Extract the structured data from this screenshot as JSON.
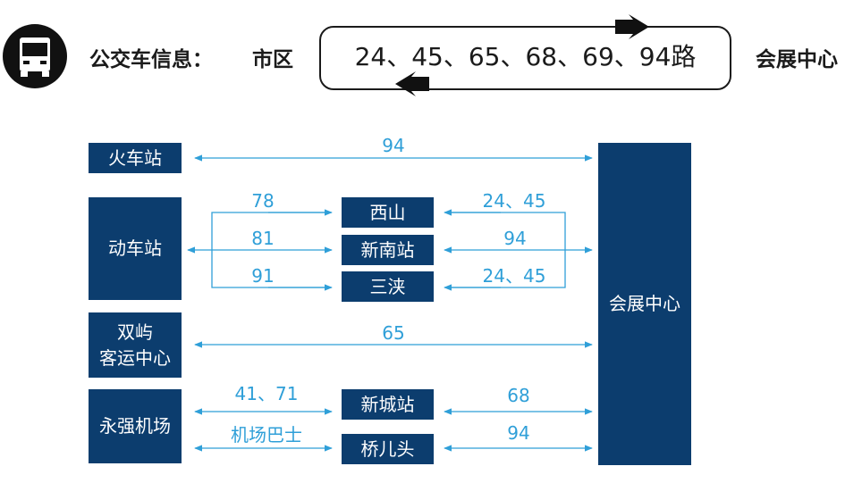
{
  "header": {
    "bus_icon": "bus-icon",
    "title": "公交车信息：",
    "from": "市区",
    "routes": "24、45、65、68、69、94路",
    "to": "会展中心"
  },
  "diagram": {
    "colors": {
      "box": "#0c3d6e",
      "line": "#2f9fd8",
      "text": "#ffffff"
    },
    "hub": "会展中心",
    "stations": {
      "train": "火车站",
      "bullet_train": "动车站",
      "shuangyu_line1": "双屿",
      "shuangyu_line2": "客运中心",
      "airport": "永强机场"
    },
    "transfers": {
      "xishan": "西山",
      "xinnan": "新南站",
      "sanjia": "三浃",
      "xincheng": "新城站",
      "qiaoertou": "桥儿头"
    },
    "routes": {
      "train_hub": "94",
      "bullet_xishan": "78",
      "bullet_xinnan": "81",
      "bullet_sanjia": "91",
      "xishan_hub": "24、45",
      "xinnan_hub": "94",
      "sanjia_hub": "24、45",
      "shuangyu_hub": "65",
      "airport_xincheng": "41、71",
      "airport_qiaoertou": "机场巴士",
      "xincheng_hub": "68",
      "qiaoertou_hub": "94"
    }
  }
}
